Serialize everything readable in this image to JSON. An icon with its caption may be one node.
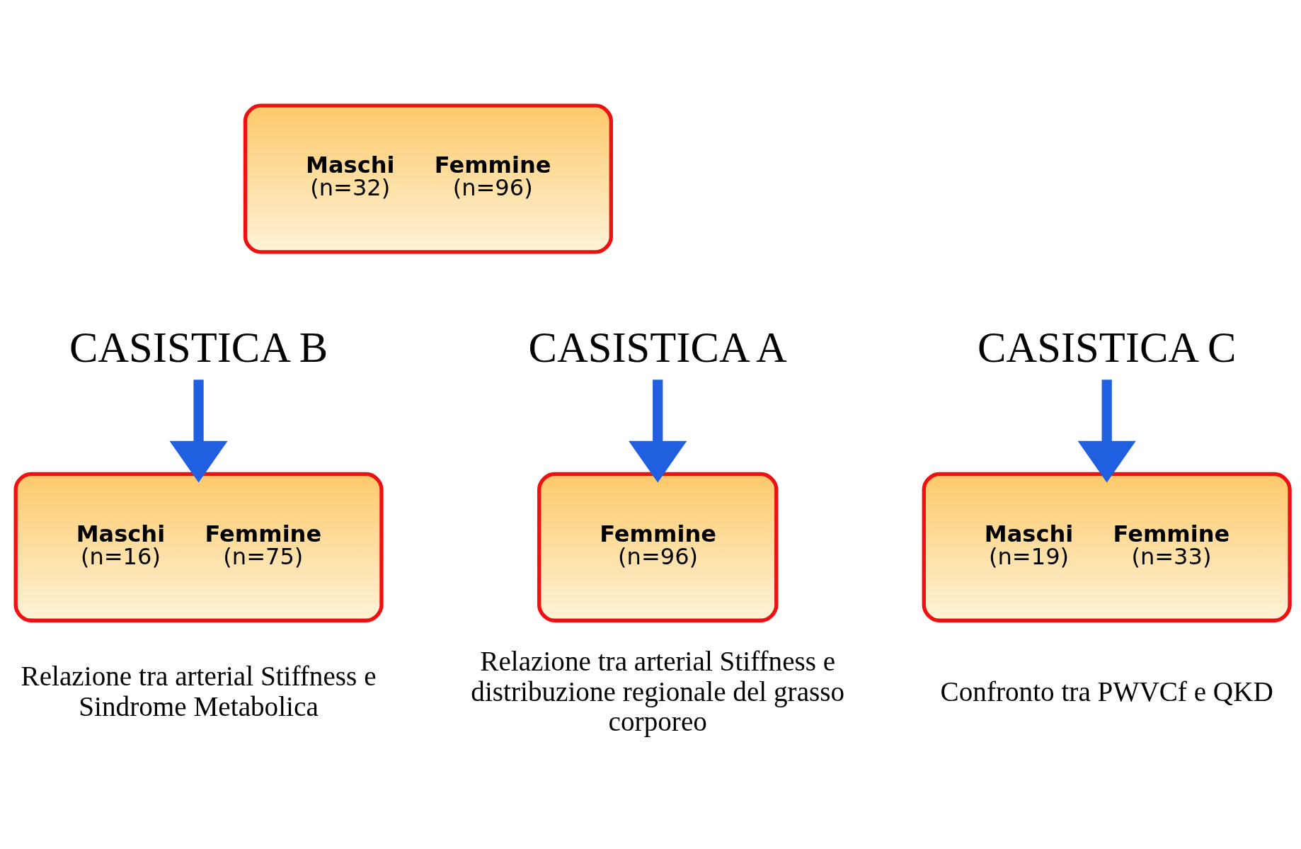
{
  "diagram": {
    "nodes": [
      {
        "text": [
          "Maschi",
          "(n=32)",
          "Femmine",
          "(n=96)"
        ]
      },
      {
        "text": [
          "CASISTICA B"
        ]
      },
      {
        "text": [
          "CASISTICA A"
        ]
      },
      {
        "text": [
          "CASISTICA C"
        ]
      },
      {
        "text": [
          "Maschi",
          "(n=16)",
          "Femmine",
          "(n=75)"
        ],
        "beside": [
          "Relazione tra arterial Stiffness e Sindrome Metabolica"
        ]
      },
      {
        "text": [
          "Femmine",
          "(n=96)"
        ],
        "beside": [
          "Relazione tra arterial Stiffness e distribuzione regionale del grasso corporeo"
        ]
      },
      {
        "text": [
          "Maschi",
          "(n=19)",
          "Femmine",
          "(n=33)"
        ],
        "beside": [
          "Confronto tra PWVCf e QKD"
        ]
      }
    ],
    "edges": [
      {
        "from": 1,
        "to": 4,
        "arrow": "to"
      },
      {
        "from": 2,
        "to": 5,
        "arrow": "to"
      },
      {
        "from": 3,
        "to": 6,
        "arrow": "to"
      }
    ]
  }
}
